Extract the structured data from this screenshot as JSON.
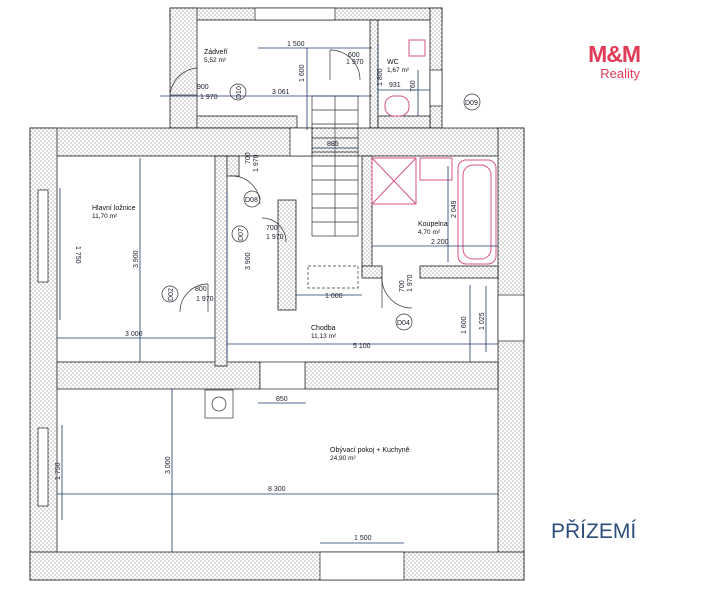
{
  "logo": {
    "brand": "M&M",
    "sub": "Reality"
  },
  "floor_title": "PŘÍZEMÍ",
  "rooms": [
    {
      "id": "zadveri",
      "name": "Zádveří",
      "area": "5,52 m²"
    },
    {
      "id": "wc",
      "name": "WC",
      "area": "1,67 m²"
    },
    {
      "id": "loznice",
      "name": "Hlavní ložnice",
      "area": "11,70 m²"
    },
    {
      "id": "koupelna",
      "name": "Koupelna",
      "area": "4,70 m²"
    },
    {
      "id": "chodba",
      "name": "Chodba",
      "area": "11,13 m²"
    },
    {
      "id": "obyvaci",
      "name": "Obývací pokoj + Kuchyně",
      "area": "24,90 m²"
    }
  ],
  "dimensions": [
    "1 500",
    "600",
    "1 970",
    "900",
    "1 970",
    "3 061",
    "1 600",
    "931",
    "760",
    "1 800",
    "885",
    "700",
    "1 970",
    "2 049",
    "1 750",
    "3 900",
    "700",
    "1 970",
    "3 900",
    "2 200",
    "800",
    "1 970",
    "1 000",
    "700",
    "1 970",
    "1 600",
    "1 025",
    "3 000",
    "5 100",
    "850",
    "3 000",
    "1 750",
    "8 300",
    "1 500"
  ],
  "door_tags": [
    "D09",
    "D10",
    "D08",
    "D07",
    "D02",
    "D04"
  ]
}
